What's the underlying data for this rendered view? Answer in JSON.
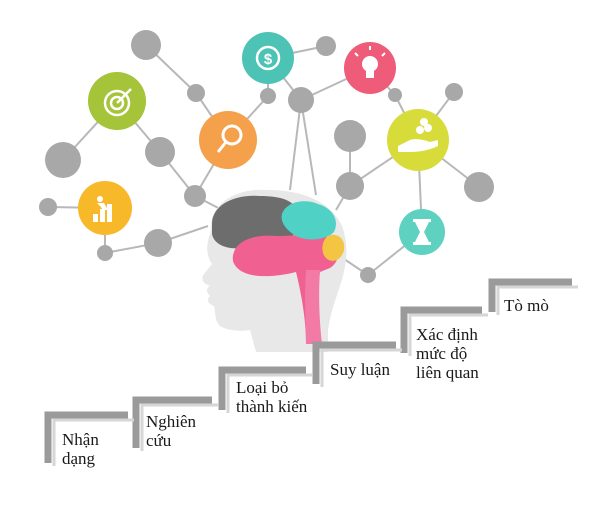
{
  "steps": [
    {
      "label_line1": "Nhận",
      "label_line2": "dạng"
    },
    {
      "label_line1": "Nghiên",
      "label_line2": "cứu"
    },
    {
      "label_line1": "Loại bỏ",
      "label_line2": "thành kiến"
    },
    {
      "label_line1": "Suy luận",
      "label_line2": ""
    },
    {
      "label_line1": "Xác định",
      "label_line2": "mức độ",
      "label_line3": "liên quan"
    },
    {
      "label_line1": "Tò mò",
      "label_line2": ""
    }
  ],
  "icons": {
    "target": "target-icon",
    "search": "magnifier-icon",
    "money": "dollar-icon",
    "idea": "lightbulb-icon",
    "runner": "runner-chart-icon",
    "hand": "hand-coins-icon",
    "hourglass": "hourglass-icon"
  },
  "colors": {
    "node_gray": "#a8a8a8",
    "line_gray": "#b8b8b8",
    "step_gray": "#9a9a9a",
    "green": "#a5c43a",
    "orange": "#f5a04a",
    "teal": "#4cc3b5",
    "pink": "#ee5c7a",
    "lime": "#d8dc3a",
    "yellow": "#f7b82a",
    "mint": "#5fd1c0",
    "head": "#e8e8e8",
    "brain_dark": "#6d6d6d",
    "brain_pink": "#f06090",
    "brain_teal": "#4fd1c5",
    "brain_yellow": "#f4c542"
  }
}
